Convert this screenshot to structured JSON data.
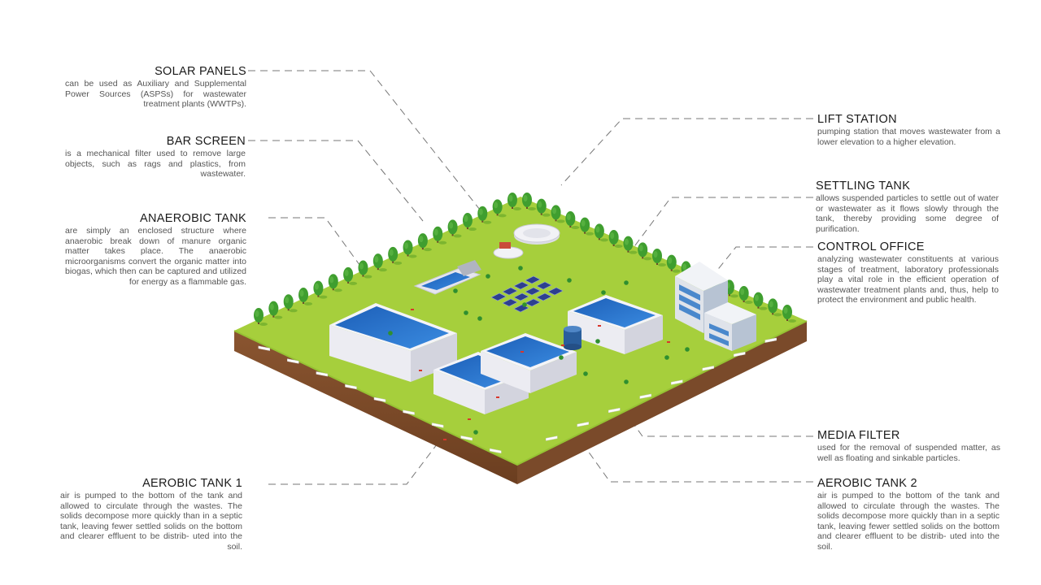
{
  "labels": {
    "solar_panels": {
      "title": "SOLAR PANELS",
      "description": "can be used as Auxiliary and Supplemental Power Sources (ASPSs) for wastewater treatment plants (WWTPs)."
    },
    "bar_screen": {
      "title": "BAR SCREEN",
      "description": "is a mechanical filter used to remove large objects, such as rags and plastics, from wastewater."
    },
    "anaerobic_tank": {
      "title": "ANAEROBIC TANK",
      "description": "are simply an enclosed structure where anaerobic break down of manure organic matter takes place. The anaerobic microorganisms convert the organic matter into biogas, which then can be captured and utilized for energy as a flammable gas."
    },
    "aerobic_tank_1": {
      "title": "AEROBIC TANK 1",
      "description": "air is pumped to the bottom of the tank and allowed to circulate through the wastes. The solids decompose more quickly than in a septic tank, leaving fewer settled solids on the bottom and clearer effluent to be distrib- uted into the soil."
    },
    "lift_station": {
      "title": "LIFT STATION",
      "description": "pumping station that moves wastewater from a lower elevation to a higher elevation."
    },
    "settling_tank": {
      "title": "SETTLING TANK",
      "description": "allows suspended particles to settle out of water or wastewater as it flows slowly through the tank, thereby providing some degree of purification."
    },
    "control_office": {
      "title": "CONTROL OFFICE",
      "description": "analyzing wastewater constituents at various stages of treatment, laboratory professionals play a vital role in the efficient operation of wastewater treatment plants and, thus, help to protect the environment and public health."
    },
    "media_filter": {
      "title": "MEDIA FILTER",
      "description": "used for the removal of suspended matter, as well as floating and sinkable particles."
    },
    "aerobic_tank_2": {
      "title": "AEROBIC TANK 2",
      "description": "air is pumped to the bottom of the tank and allowed to circulate through the wastes. The solids decompose more quickly than in a septic tank, leaving fewer settled solids on the bottom and clearer effluent to be distrib- uted into the soil."
    }
  },
  "colors": {
    "grass": "#a6cf3c",
    "soil": "#7a4a2a",
    "water": "#2a6fc4",
    "tank_wall": "#e6e6ee",
    "tree": "#3f9e2f",
    "leader_line": "#777777"
  }
}
